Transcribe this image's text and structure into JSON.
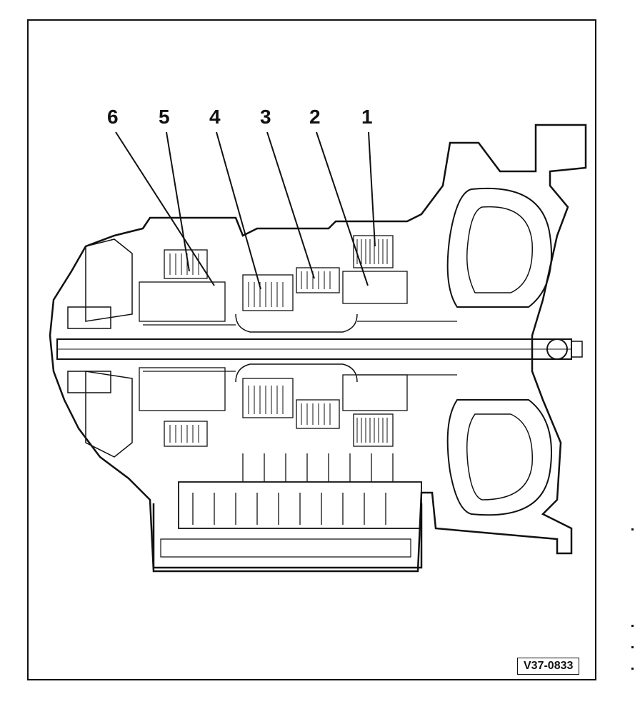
{
  "diagram": {
    "callouts": [
      {
        "id": "6",
        "label": "6"
      },
      {
        "id": "5",
        "label": "5"
      },
      {
        "id": "4",
        "label": "4"
      },
      {
        "id": "3",
        "label": "3"
      },
      {
        "id": "2",
        "label": "2"
      },
      {
        "id": "1",
        "label": "1"
      }
    ],
    "reference_code": "V37-0833",
    "ink_color": "#111111",
    "paper_color": "#ffffff"
  }
}
